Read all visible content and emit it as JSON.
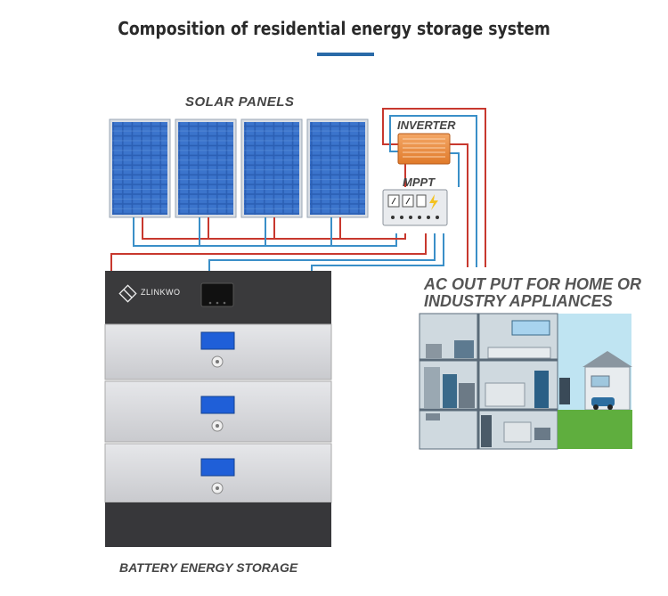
{
  "title": "Composition of residential energy storage system",
  "labels": {
    "solar_panels": "SOLAR PANELS",
    "inverter": "INVERTER",
    "mppt": "MPPT",
    "ac_output_line1": "AC OUT PUT FOR HOME OR",
    "ac_output_line2": "INDUSTRY APPLIANCES",
    "battery_storage": "BATTERY ENERGY STORAGE",
    "brand": "ZLINKWO"
  },
  "colors": {
    "title": "#2a2a2a",
    "accent_bar": "#2a6aa8",
    "wire_positive": "#c8382e",
    "wire_negative": "#3a8fc8",
    "panel_cell": "#2b5fb4",
    "battery_display": "#1f5fd8",
    "battery_top": "#3a3a3c",
    "battery_module": "#d9dade",
    "house_wall": "#cfd9df",
    "sky": "#bfe4f2"
  },
  "icons": [
    "brand-logo-icon",
    "power-button-icon"
  ]
}
